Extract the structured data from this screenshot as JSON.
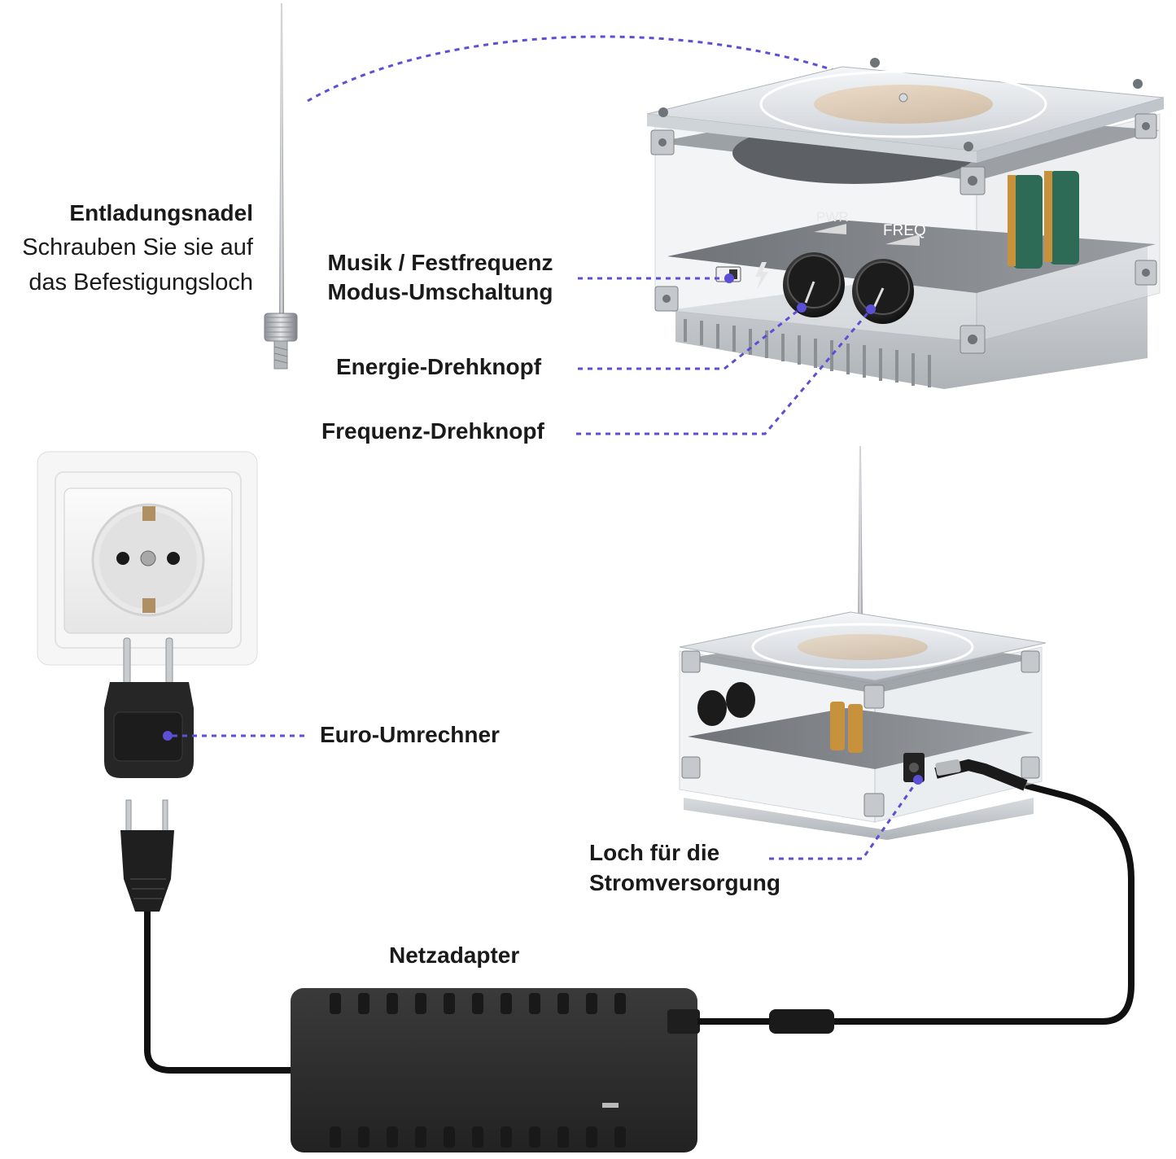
{
  "diagram": {
    "accent_color": "#5b4fd6",
    "labels": {
      "discharge_needle_title": "Entladungsnadel",
      "discharge_needle_line1": "Schrauben Sie sie auf",
      "discharge_needle_line2": "das Befestigungsloch",
      "mode_switch_line1": "Musik / Festfrequenz",
      "mode_switch_line2": "Modus-Umschaltung",
      "power_knob": "Energie-Drehknopf",
      "frequency_knob": "Frequenz-Drehknopf",
      "euro_adapter": "Euro-Umrechner",
      "power_hole_line1": "Loch für die",
      "power_hole_line2": "Stromversorgung",
      "power_adapter": "Netzadapter"
    },
    "device_markings": {
      "pwr": "PWR",
      "freq": "FREQ"
    }
  }
}
